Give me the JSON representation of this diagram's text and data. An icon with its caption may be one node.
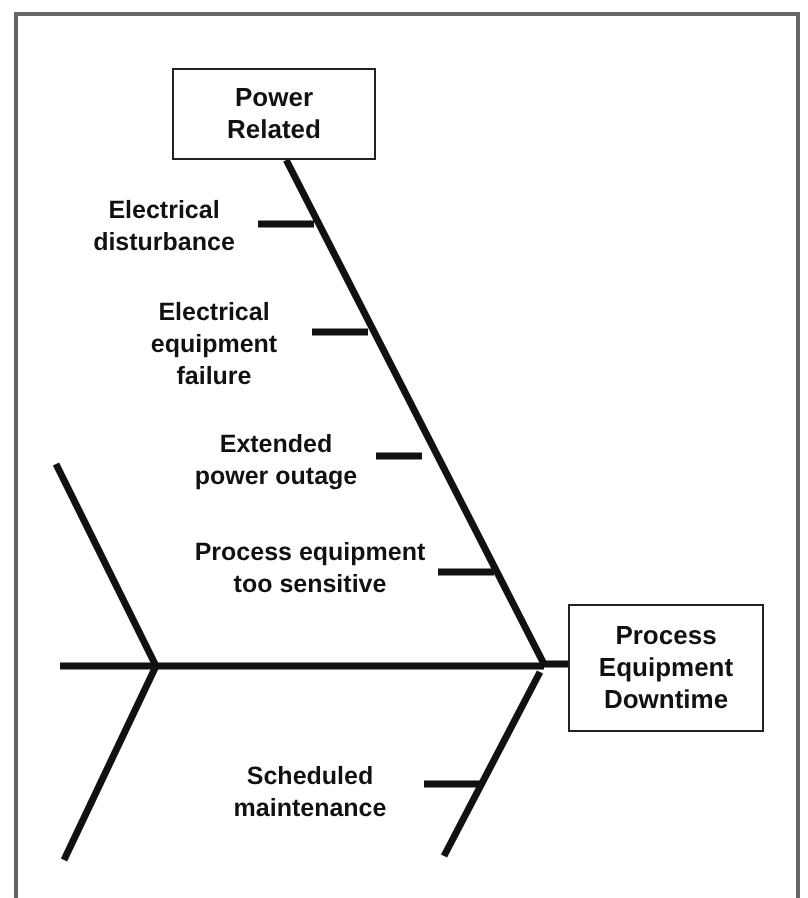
{
  "diagram": {
    "nodes": [
      {
        "text": [
          "Power Related"
        ]
      },
      {
        "text": [
          "Process Equipment Downtime"
        ]
      }
    ],
    "edges": [
      {
        "from": 0,
        "to": 1,
        "arrow": "none"
      }
    ],
    "labels": [
      "Electrical disturbance",
      "Electrical equipment failure",
      "Extended power outage",
      "Process equipment too sensitive",
      "Scheduled maintenance"
    ]
  }
}
